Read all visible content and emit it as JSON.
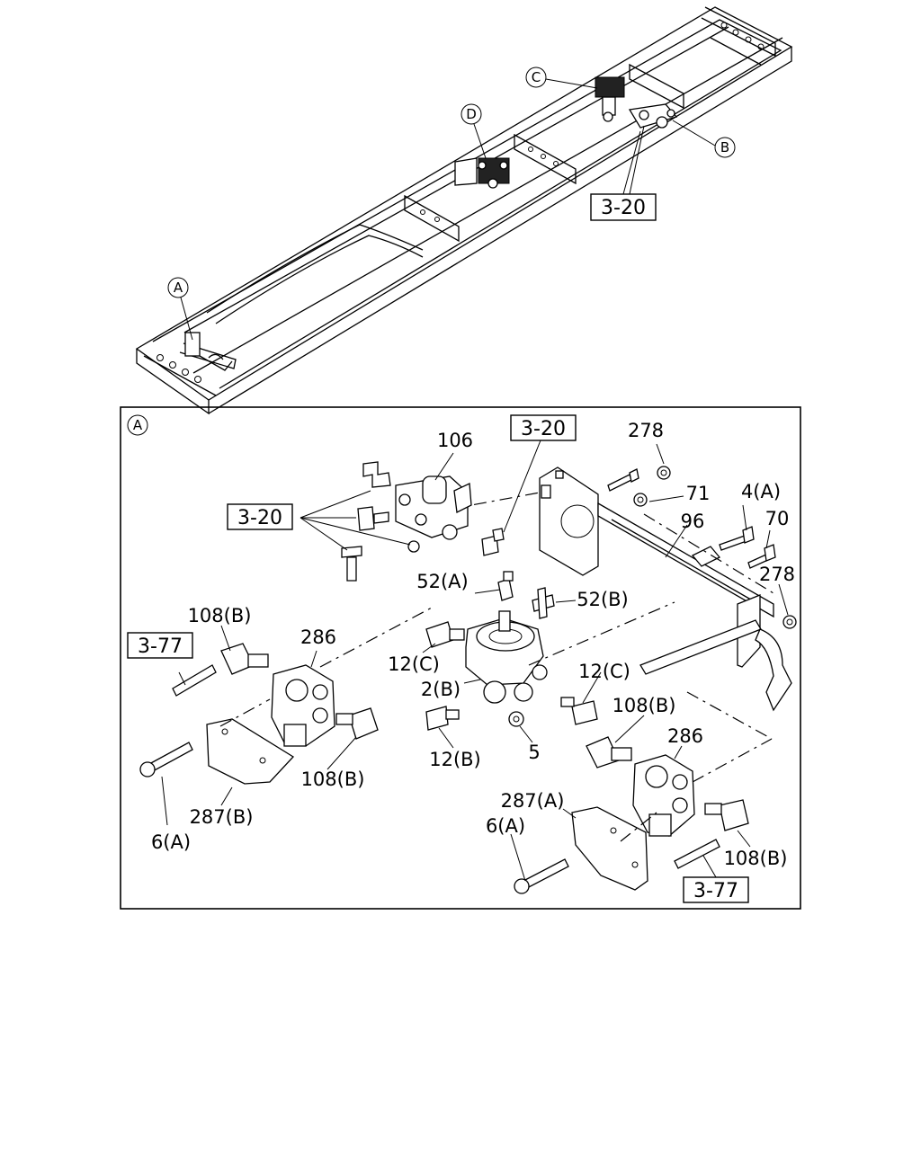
{
  "overview": {
    "callouts": {
      "a": "A",
      "b": "B",
      "c": "C",
      "d": "D"
    },
    "ref_box": "3-20"
  },
  "detail": {
    "view_marker": "A",
    "labels": {
      "p106": "106",
      "p278_top": "278",
      "p71": "71",
      "p4a": "4(A)",
      "p96": "96",
      "p70": "70",
      "p278_right": "278",
      "p52a": "52(A)",
      "p52b": "52(B)",
      "p108b_left": "108(B)",
      "p286_left": "286",
      "p12c_left": "12(C)",
      "p12c_right": "12(C)",
      "p2b": "2(B)",
      "p108b_mid": "108(B)",
      "p286_right": "286",
      "p12b": "12(B)",
      "p5": "5",
      "p108b_lower": "108(B)",
      "p287b": "287(B)",
      "p6a_left": "6(A)",
      "p287a": "287(A)",
      "p6a_right": "6(A)",
      "p108b_right": "108(B)"
    },
    "ref_boxes": {
      "top": "3-20",
      "left": "3-20",
      "pipe_left": "3-77",
      "pipe_right": "3-77"
    }
  }
}
